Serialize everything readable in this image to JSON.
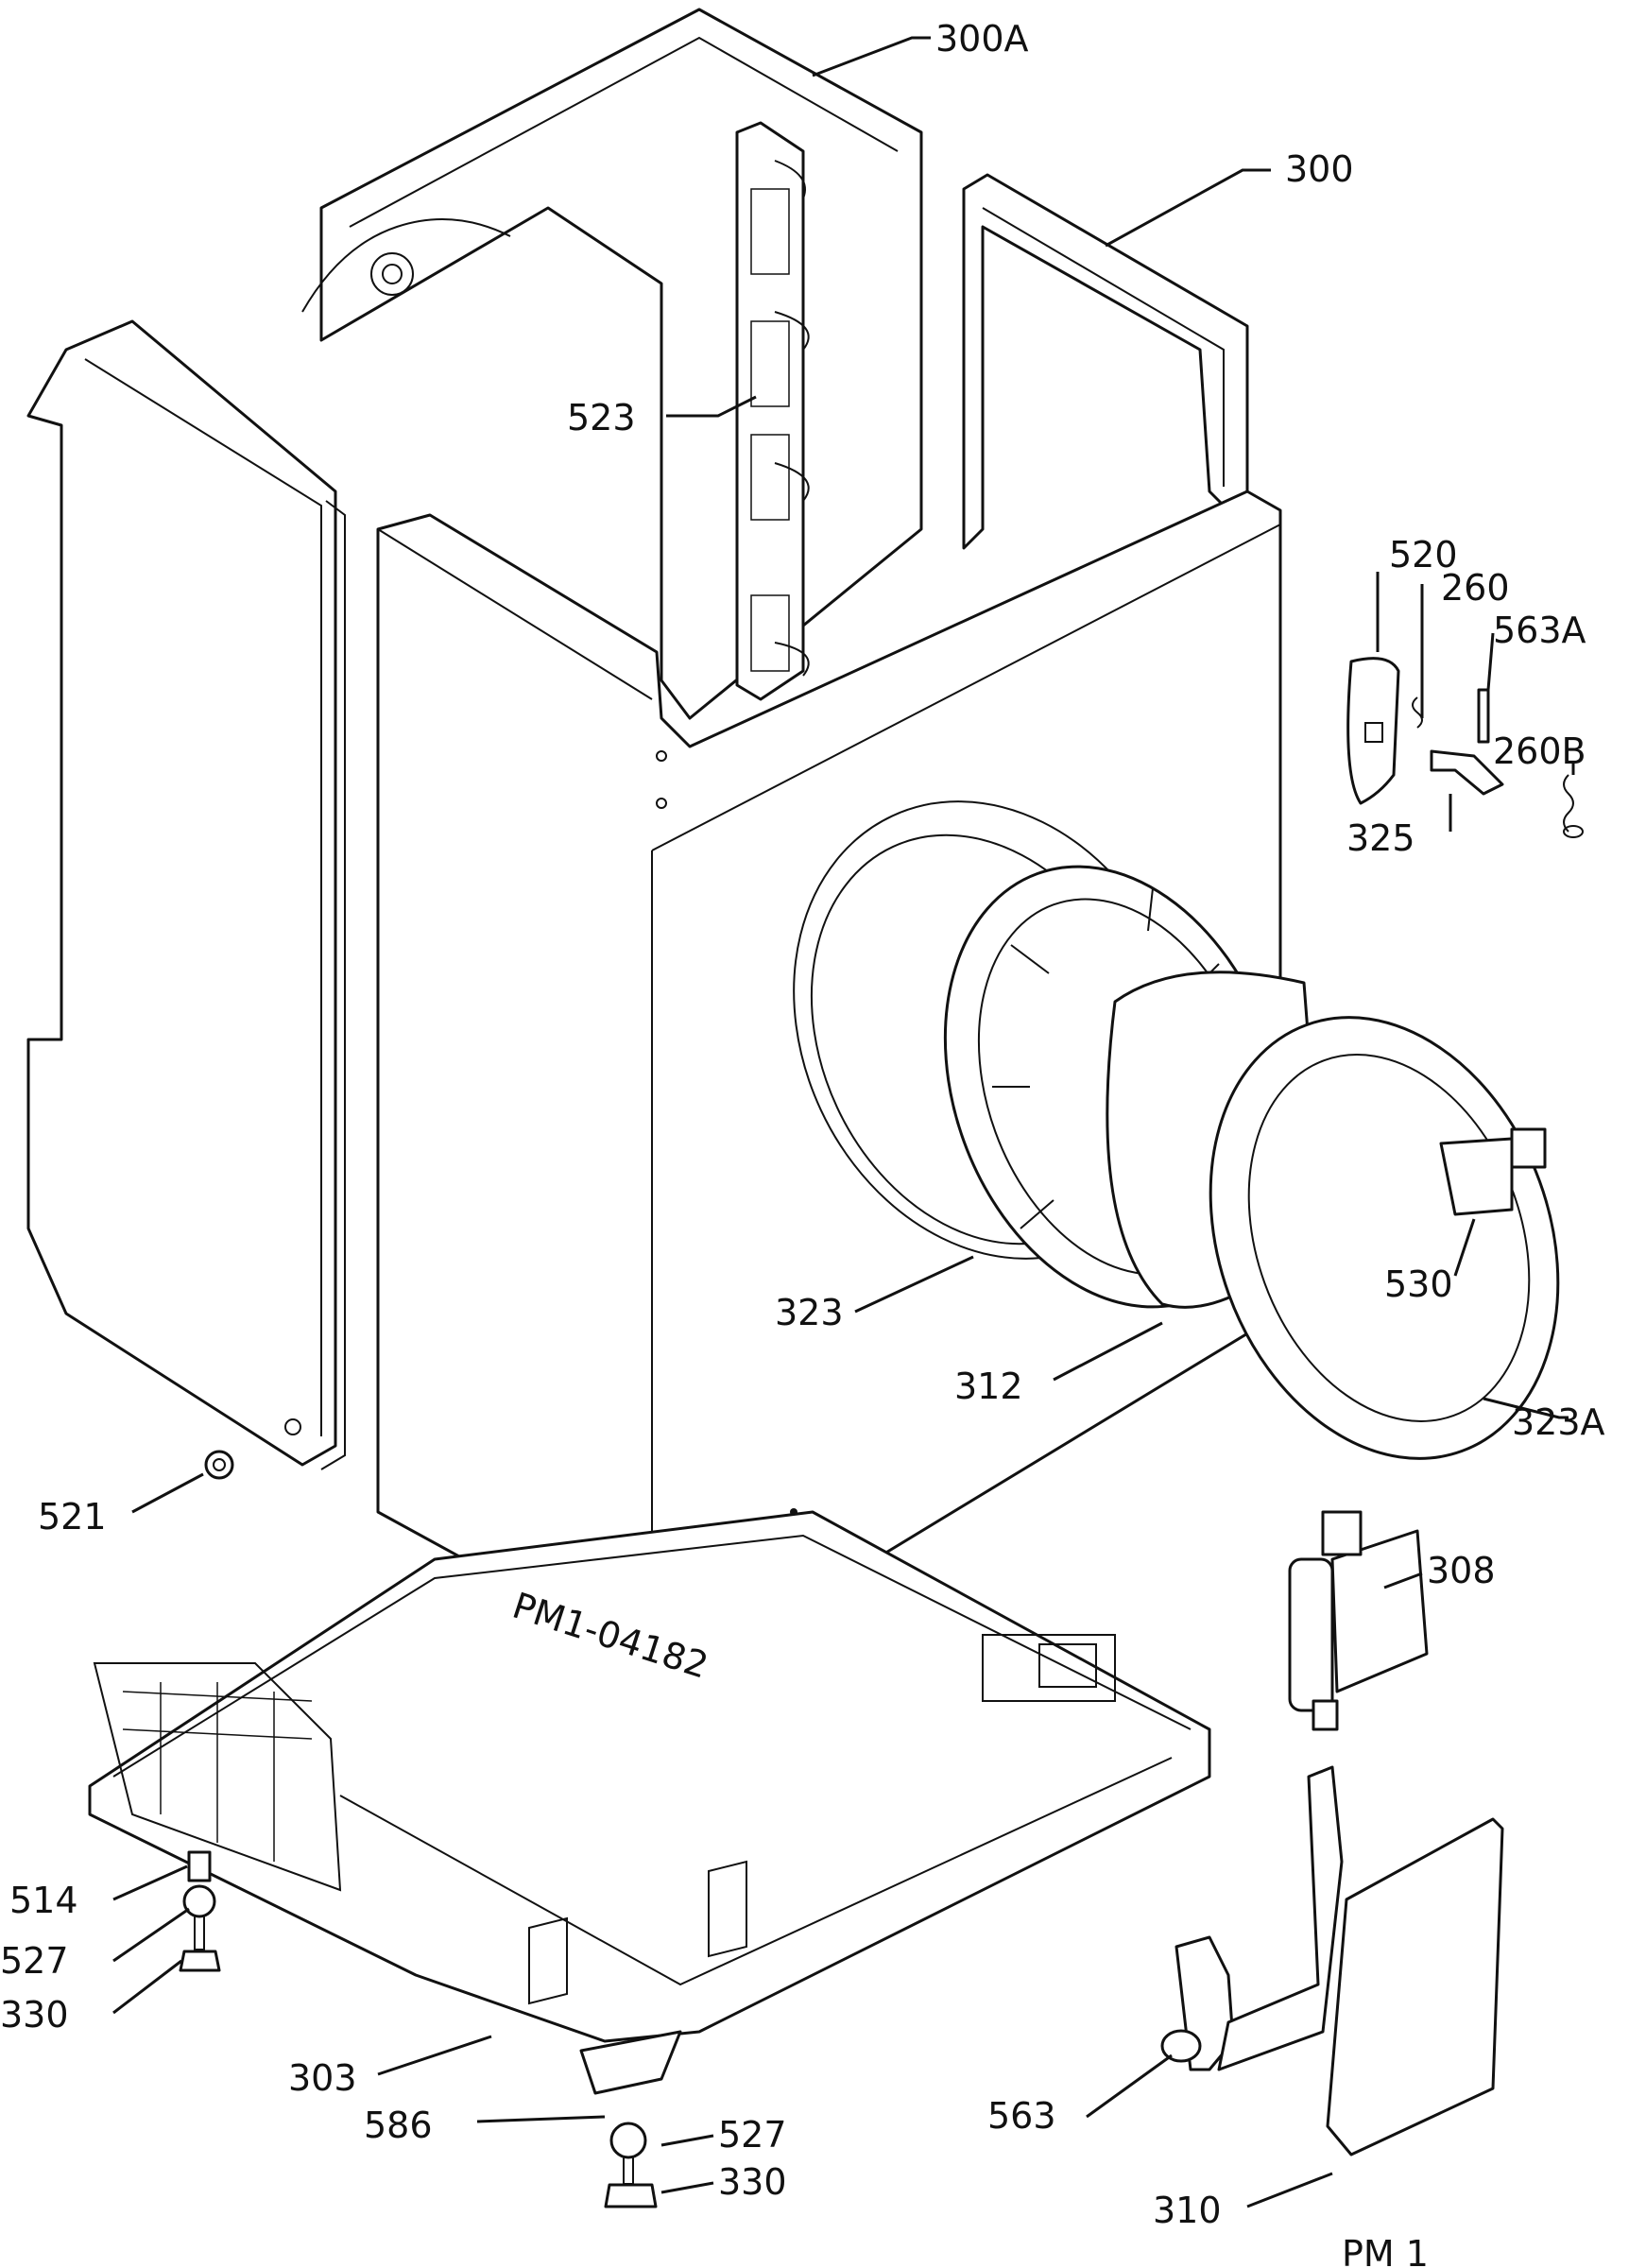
{
  "drawing": {
    "code": "PM 1",
    "stamp": "PM1-04182"
  },
  "labels": [
    {
      "id": "300A",
      "text": "300A"
    },
    {
      "id": "300",
      "text": "300"
    },
    {
      "id": "523",
      "text": "523"
    },
    {
      "id": "520",
      "text": "520"
    },
    {
      "id": "260",
      "text": "260"
    },
    {
      "id": "563A",
      "text": "563A"
    },
    {
      "id": "260B",
      "text": "260B"
    },
    {
      "id": "325",
      "text": "325"
    },
    {
      "id": "530",
      "text": "530"
    },
    {
      "id": "323",
      "text": "323"
    },
    {
      "id": "312",
      "text": "312"
    },
    {
      "id": "323A",
      "text": "323A"
    },
    {
      "id": "521",
      "text": "521"
    },
    {
      "id": "308",
      "text": "308"
    },
    {
      "id": "514",
      "text": "514"
    },
    {
      "id": "527a",
      "text": "527"
    },
    {
      "id": "330a",
      "text": "330"
    },
    {
      "id": "303",
      "text": "303"
    },
    {
      "id": "586",
      "text": "586"
    },
    {
      "id": "527b",
      "text": "527"
    },
    {
      "id": "330b",
      "text": "330"
    },
    {
      "id": "563",
      "text": "563"
    },
    {
      "id": "310",
      "text": "310"
    }
  ]
}
